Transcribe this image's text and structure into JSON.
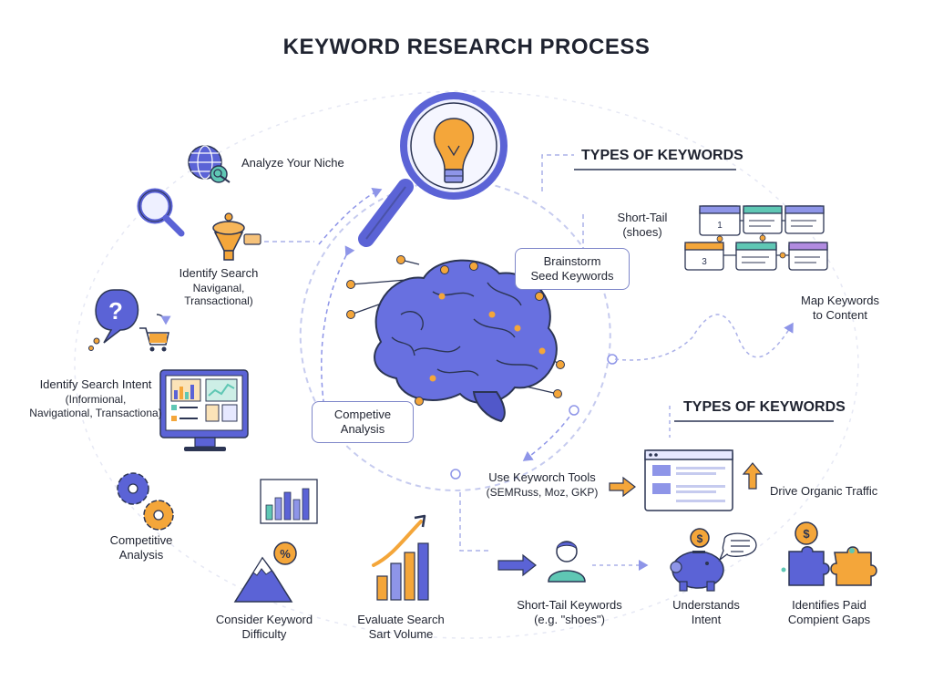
{
  "title": "KEYWORD RESEARCH PROCESS",
  "colors": {
    "accent": "#5b63d6",
    "accent_light": "#8e95e8",
    "orange": "#f4a63a",
    "teal": "#5fc7b4",
    "outline": "#2c3553"
  },
  "icons": [
    "globe-icon",
    "magnifier-icon",
    "funnel-icon",
    "question-bubble-icon",
    "cart-icon",
    "monitor-icon",
    "gears-icon",
    "bar-chart-icon",
    "mountain-icon",
    "growth-chart-icon",
    "lightbulb-magnifier-icon",
    "brain-icon",
    "wireframe-icon",
    "browser-window-icon",
    "up-arrow-icon",
    "right-arrow-icon",
    "person-icon",
    "piggy-bank-icon",
    "puzzle-icon"
  ],
  "left": {
    "analyze_niche": "Analyze Your Niche",
    "identify_search_line1": "Identify Search",
    "identify_search_line2": "Naviganal,",
    "identify_search_line3": "Transactional)",
    "intent_line1": "Identify Search Intent",
    "intent_line2": "(Informional,",
    "intent_line3": "Navigational, Transactiona)",
    "competitive_line1": "Competitive",
    "competitive_line2": "Analysis"
  },
  "center": {
    "brainstorm_line1": "Brainstorm",
    "brainstorm_line2": "Seed Keywords",
    "competive_line1": "Competive",
    "competive_line2": "Analysis",
    "tools_line1": "Use Keyworch Tools",
    "tools_line2": "(SEMRuss, Moz, GKP)"
  },
  "right": {
    "types_heading_1": "TYPES OF KEYWORDS",
    "types_heading_2": "TYPES OF KEYWORDS",
    "short_tail_line1": "Short-Tail",
    "short_tail_line2": "(shoes)",
    "wire_label_1": "1",
    "wire_label_3": "3",
    "map_line1": "Map Keywords",
    "map_line2": "to Content",
    "drive_traffic": "Drive Organic Traffic"
  },
  "bottom": {
    "difficulty_line1": "Consider Keyword",
    "difficulty_line2": "Difficulty",
    "volume_line1": "Evaluate Search",
    "volume_line2": "Sart Volume",
    "short_tail_kw_line1": "Short-Tail Keywords",
    "short_tail_kw_line2": "(e.g. \"shoes\")",
    "intent_line1": "Understands",
    "intent_line2": "Intent",
    "gaps_line1": "Identifies Paid",
    "gaps_line2": "Compient Gaps",
    "percent_badge": "%",
    "dollar_badge": "$"
  }
}
